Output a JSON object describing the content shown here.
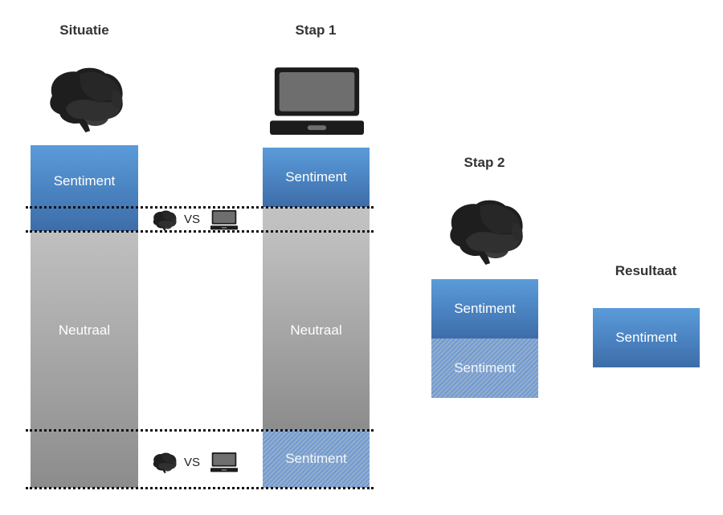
{
  "headings": {
    "situatie": "Situatie",
    "stap1": "Stap 1",
    "stap2": "Stap 2",
    "resultaat": "Resultaat"
  },
  "situatie_column": {
    "top_label": "Sentiment",
    "middle_label": "Neutraal"
  },
  "stap1_column": {
    "top_label": "Sentiment",
    "middle_label": "Neutraal",
    "bottom_label": "Sentiment"
  },
  "comparisons": [
    {
      "left_icon": "brain-icon",
      "label": "VS",
      "right_icon": "laptop-icon"
    },
    {
      "left_icon": "brain-icon",
      "label": "VS",
      "right_icon": "laptop-icon"
    }
  ],
  "stap2_box": {
    "top_label": "Sentiment",
    "bottom_label": "Sentiment"
  },
  "resultaat_box": {
    "label": "Sentiment"
  },
  "colors": {
    "sentiment_blue": "#4a82c0",
    "neutral_gray": "#a6a6a6",
    "hatched_blue": "#8aa6c9",
    "heading_text": "#333333"
  }
}
